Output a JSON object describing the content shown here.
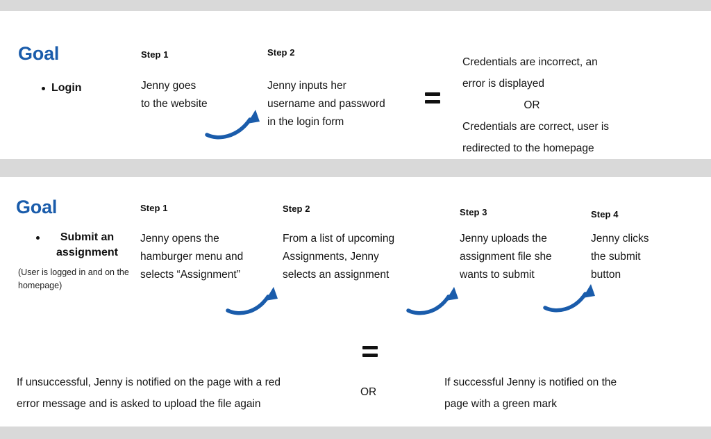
{
  "colors": {
    "accent_blue": "#1a5cab",
    "band_gray": "#d9d9d9",
    "text_black": "#141414",
    "page_white": "#ffffff"
  },
  "sections": [
    {
      "id": "login-flow",
      "goal_heading": "Goal",
      "goal_items": [
        "Login"
      ],
      "steps": [
        {
          "label": "Step 1",
          "lines": [
            "Jenny goes",
            "to the website"
          ]
        },
        {
          "label": "Step 2",
          "lines": [
            "Jenny inputs her",
            "username and password",
            "in the login form"
          ]
        }
      ],
      "equals_symbol": "=",
      "outcomes": {
        "first": [
          "Credentials are incorrect, an",
          "error is  displayed"
        ],
        "separator": "OR",
        "second": [
          "Credentials are correct, user is",
          "redirected to the homepage"
        ]
      },
      "arrows": 1
    },
    {
      "id": "submit-assignment-flow",
      "goal_heading": "Goal",
      "goal_items": [
        "Submit an assignment"
      ],
      "goal_note": "(User is logged in and on the homepage)",
      "steps": [
        {
          "label": "Step 1",
          "lines": [
            "Jenny opens the",
            "hamburger menu and",
            "selects “Assignment”"
          ]
        },
        {
          "label": "Step 2",
          "lines": [
            "From a list of upcoming",
            "Assignments, Jenny",
            "selects an assignment"
          ]
        },
        {
          "label": "Step 3",
          "lines": [
            "Jenny uploads the",
            "assignment file she",
            "wants to submit"
          ]
        },
        {
          "label": "Step 4",
          "lines": [
            "Jenny clicks",
            "the submit",
            "button"
          ]
        }
      ],
      "equals_symbol": "=",
      "outcomes": {
        "first": [
          "If unsuccessful, Jenny is notified on the page with a red",
          "error message and is asked to upload the file again"
        ],
        "separator": "OR",
        "second": [
          "If successful Jenny is notified on the",
          "page with a green mark"
        ]
      },
      "arrows": 3
    }
  ],
  "icons": {
    "arrow": "curved-arrow-icon",
    "equals": "equals-icon",
    "bullet": "bullet-dot-icon"
  }
}
